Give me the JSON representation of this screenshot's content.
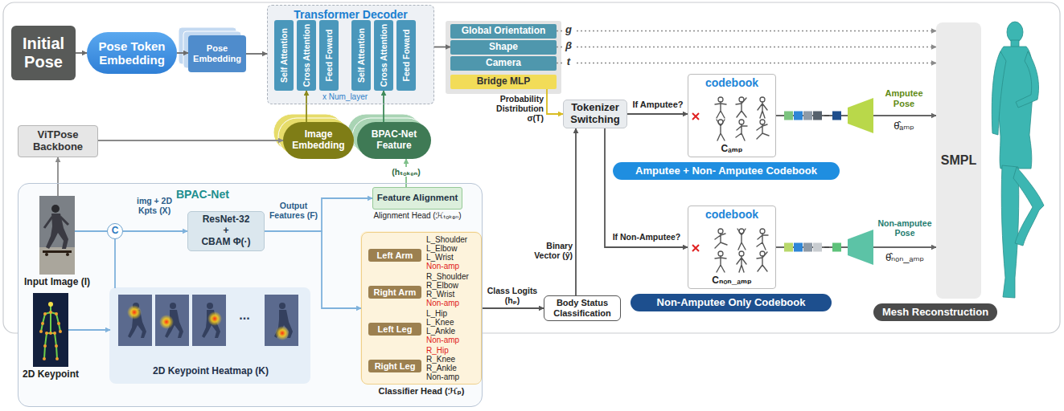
{
  "diagram": {
    "nodes": [
      {
        "text": [
          "Initial Pose"
        ]
      },
      {
        "text": [
          "Pose Token Embedding"
        ]
      },
      {
        "text": [
          "Pose Embedding"
        ]
      },
      {
        "text": [
          "Transformer Decoder",
          "x Num_layer"
        ]
      },
      {
        "text": [
          "Self Attention"
        ],
        "in": 3
      },
      {
        "text": [
          "Cross Attention"
        ],
        "in": 3
      },
      {
        "text": [
          "Feed Foward"
        ],
        "in": 3
      },
      {
        "text": [
          "Self Attention"
        ],
        "in": 3
      },
      {
        "text": [
          "Cross Attention"
        ],
        "in": 3
      },
      {
        "text": [
          "Feed Foward"
        ],
        "in": 3
      },
      {
        "text": [
          "Global Orientation"
        ]
      },
      {
        "text": [
          "Shape"
        ]
      },
      {
        "text": [
          "Camera"
        ]
      },
      {
        "text": [
          "Bridge MLP"
        ]
      },
      {
        "text": [
          "ViTPose Backbone"
        ]
      },
      {
        "text": [
          "Image Embedding"
        ]
      },
      {
        "text": [
          "BPAC-Net Feature"
        ]
      },
      {
        "text": [
          "BPAC-Net"
        ]
      },
      {
        "text": [
          "Input Image (I)"
        ],
        "in": 17
      },
      {
        "text": [
          "C"
        ],
        "in": 17
      },
      {
        "text": [
          "ResNet-32",
          "+",
          "CBAM Φ(·)"
        ],
        "in": 17
      },
      {
        "text": [
          "2D Keypoint"
        ],
        "in": 17
      },
      {
        "text": [
          "2D Keypoint Heatmap (K)"
        ],
        "in": 17
      },
      {
        "text": [
          "Feature Alignment",
          "Alignment Head (ℋₜₒₖₑₙ)"
        ],
        "in": 17
      },
      {
        "text": [
          "Classifier Head (ℋₚ)"
        ],
        "in": 17
      },
      {
        "text": [
          "Left Arm"
        ],
        "in": 24
      },
      {
        "text": [
          "Right Arm"
        ],
        "in": 24
      },
      {
        "text": [
          "Left Leg"
        ],
        "in": 24
      },
      {
        "text": [
          "Right Leg"
        ],
        "in": 24
      },
      {
        "text": [
          "Body Status Classification"
        ]
      },
      {
        "text": [
          "Tokenizer Switching"
        ]
      },
      {
        "text": [
          "codebook",
          "Cₐₘₚ"
        ]
      },
      {
        "text": [
          "Amputee + Non- Amputee Codebook"
        ]
      },
      {
        "text": [
          "codebook",
          "Cₙₒₙ_ₐₘₚ"
        ]
      },
      {
        "text": [
          "Non-Amputee Only Codebook"
        ]
      },
      {
        "text": [
          "SMPL"
        ]
      },
      {
        "text": [
          "Mesh Reconstruction"
        ]
      }
    ],
    "edges": [
      {
        "from": 0,
        "to": 1,
        "arrow": "to"
      },
      {
        "from": 1,
        "to": 2,
        "arrow": "to"
      },
      {
        "from": 2,
        "to": 3,
        "arrow": "to"
      },
      {
        "from": 3,
        "to": 11,
        "arrow": "to"
      },
      {
        "from": 10,
        "to": 35,
        "arrow": "to",
        "label": "g"
      },
      {
        "from": 11,
        "to": 35,
        "arrow": "to",
        "label": "β"
      },
      {
        "from": 12,
        "to": 35,
        "arrow": "to",
        "label": "t"
      },
      {
        "from": 14,
        "to": 15,
        "arrow": "to"
      },
      {
        "from": 15,
        "to": 5,
        "arrow": "to"
      },
      {
        "from": 16,
        "to": 8,
        "arrow": "to"
      },
      {
        "from": 18,
        "to": 14,
        "arrow": "to"
      },
      {
        "from": 18,
        "to": 19,
        "arrow": "none"
      },
      {
        "from": 21,
        "to": 22,
        "arrow": "to"
      },
      {
        "from": 22,
        "to": 19,
        "arrow": "none"
      },
      {
        "from": 19,
        "to": 20,
        "arrow": "to",
        "label": "img + 2D Kpts (X)"
      },
      {
        "from": 20,
        "to": 23,
        "arrow": "to",
        "label": "Output Features (F)"
      },
      {
        "from": 20,
        "to": 24,
        "arrow": "to"
      },
      {
        "from": 23,
        "to": 16,
        "arrow": "to",
        "label": "(hₜₒₖₑₙ)"
      },
      {
        "from": 24,
        "to": 29,
        "arrow": "to",
        "label": "Class Logits (hₚ)"
      },
      {
        "from": 29,
        "to": 30,
        "arrow": "to",
        "label": "Binary Vector (ŷ)"
      },
      {
        "from": 13,
        "to": 30,
        "arrow": "to",
        "label": "Probability Distribution σ(T)"
      },
      {
        "from": 30,
        "to": 31,
        "arrow": "to",
        "label": "If Amputee?"
      },
      {
        "from": 30,
        "to": 33,
        "arrow": "to",
        "label": "If Non-Amputee?"
      },
      {
        "from": 31,
        "to": 35,
        "arrow": "to"
      },
      {
        "from": 33,
        "to": 35,
        "arrow": "to"
      }
    ],
    "labels": [
      "Amputee Pose",
      "θ̂ₐₘₚ",
      "Non-amputee Pose",
      "θ̂ₙₒₙ_ₐₘₚ",
      "L_Shoulder",
      "L_Elbow",
      "L_Wrist",
      "Non-amp",
      "R_Shoulder",
      "R_Elbow",
      "R_Wrist",
      "Non-amp",
      "L_Hip",
      "L_Knee",
      "L_Ankle",
      "Non-amp",
      "R_Hip",
      "R_Knee",
      "R_Ankle",
      "Non-amp",
      "..."
    ]
  }
}
